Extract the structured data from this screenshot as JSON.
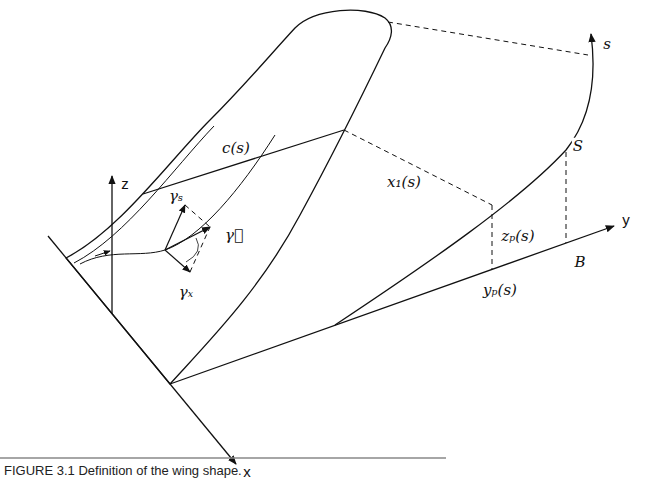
{
  "diagram": {
    "caption": "FIGURE 3.1 Definition of the wing shape.",
    "labels": [
      "c(s)",
      "x₁(s)",
      "γₛ",
      "γ⃗",
      "γₓ",
      "z",
      "zₚ(s)",
      "s",
      "S",
      "y",
      "B",
      "yₚ(s)",
      "x"
    ]
  }
}
